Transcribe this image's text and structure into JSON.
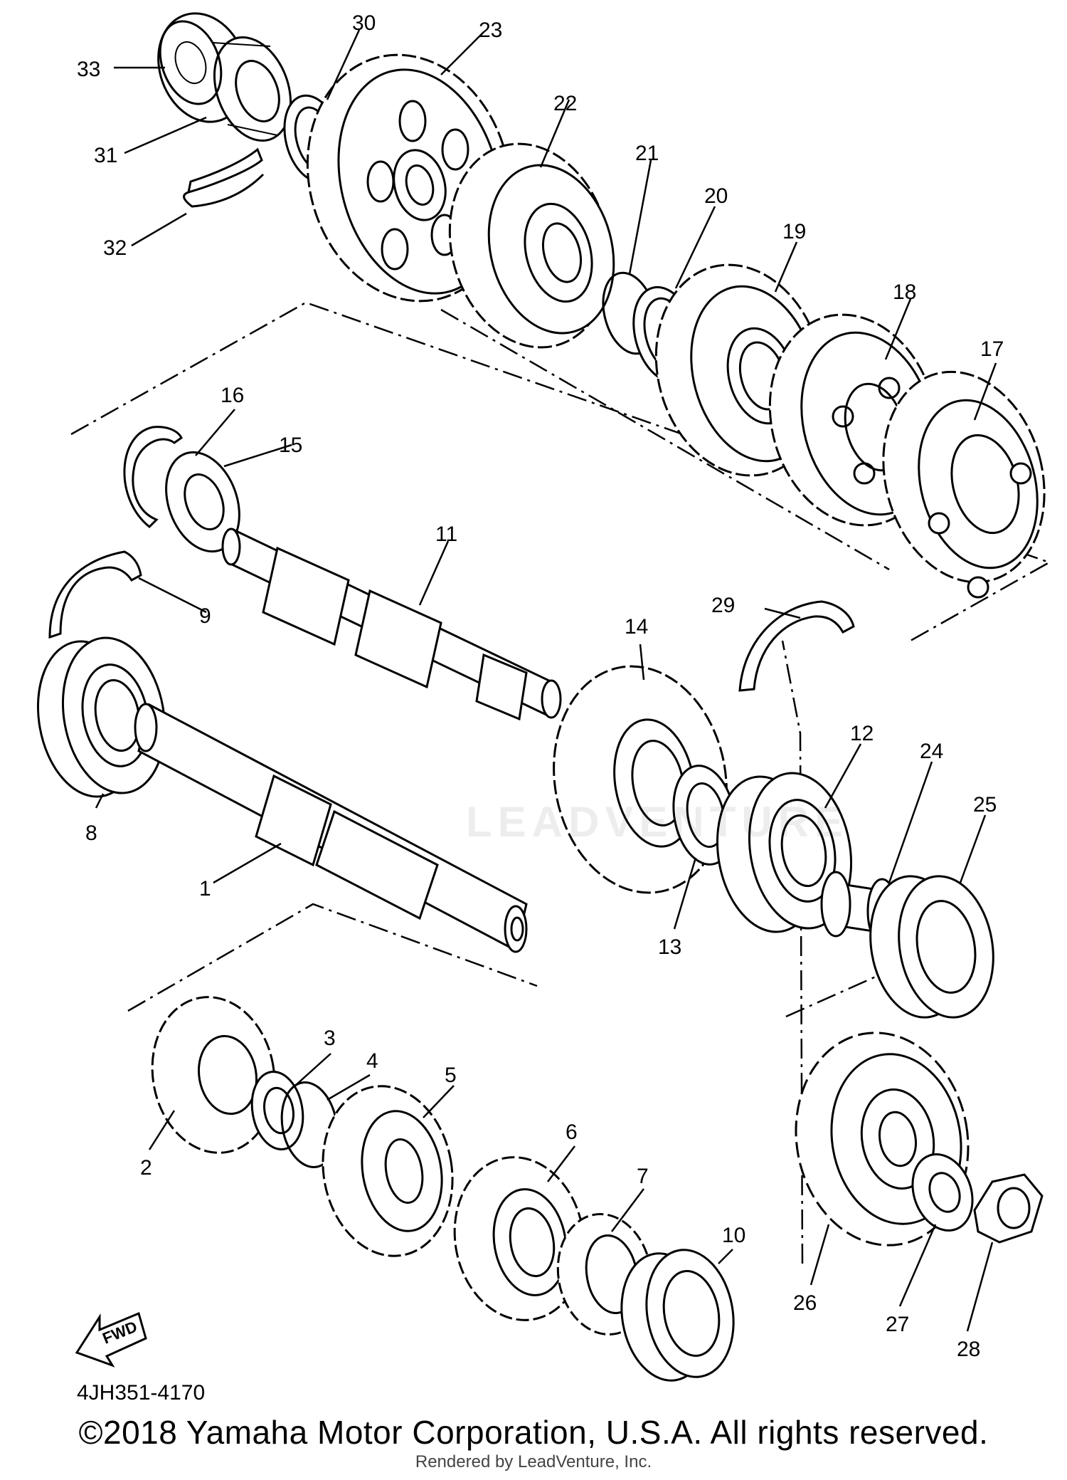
{
  "diagram": {
    "code": "4JH351-4170",
    "copyright": "©2018 Yamaha Motor Corporation, U.S.A. All rights reserved.",
    "rendered_by": "Rendered by LeadVenture, Inc.",
    "watermark": "LEADVENTURE",
    "fwd_label": "FWD",
    "callouts": {
      "c1": "1",
      "c2": "2",
      "c3": "3",
      "c4": "4",
      "c5": "5",
      "c6": "6",
      "c7": "7",
      "c8": "8",
      "c9": "9",
      "c10": "10",
      "c11": "11",
      "c12": "12",
      "c13": "13",
      "c14": "14",
      "c15": "15",
      "c16": "16",
      "c17": "17",
      "c18": "18",
      "c19": "19",
      "c20": "20",
      "c21": "21",
      "c22": "22",
      "c23": "23",
      "c24": "24",
      "c25": "25",
      "c26": "26",
      "c27": "27",
      "c28": "28",
      "c29": "29",
      "c30": "30",
      "c31": "31",
      "c32": "32",
      "c33": "33"
    }
  }
}
